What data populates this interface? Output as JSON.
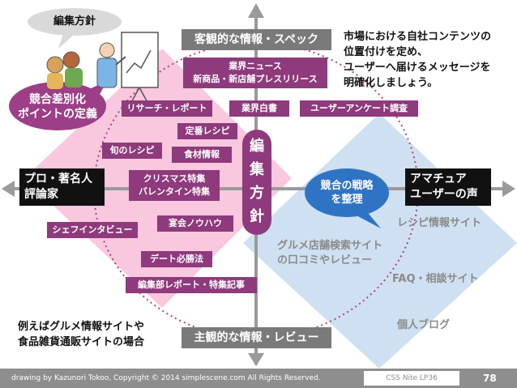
{
  "title_bubble": "編集方針",
  "left_bubble": "競合差別化\nポイントの定義",
  "right_bubble": "競合の戦略\nを整理",
  "center_label": "編\n集\n方\n針",
  "axis": {
    "top": "客観的な情報・スペック",
    "bottom": "主観的な情報・レビュー",
    "left": "プロ・著名人\n評論家",
    "right": "アマチュア\nユーザーの声"
  },
  "description": "市場における自社コンテンツの\n位置付けを定め、\nユーザーへ届けるメッセージを\n明確化しましょう。",
  "tags": {
    "industry_news": "業界ニュース\n新商品・新店舗プレスリリース",
    "research_report": "リサーチ・レポート",
    "industry_whitepaper": "業界白書",
    "user_survey": "ユーザーアンケート調査",
    "standard_recipe": "定番レシピ",
    "seasonal_recipe": "旬のレシピ",
    "ingredient_info": "食材情報",
    "christmas_feature": "クリスマス特集\nバレンタイン特集",
    "chef_interview": "シェフインタビュー",
    "party_knowhow": "宴会ノウハウ",
    "date_tips": "デート必勝法",
    "editorial_report": "編集部レポート・特集記事"
  },
  "competitors": {
    "recipe_site": "レシピ情報サイト",
    "gourmet_search": "グルメ店舗検索サイト\nの口コミやレビュー",
    "faq_site": "FAQ・相談サイト",
    "personal_blog": "個人ブログ"
  },
  "example_note": "例えばグルメ情報サイトや\n食品雑貨通販サイトの場合",
  "footer": {
    "copyright": "drawing by Kazunori Tokoo, Copyright © 2014 simplescene.com All Rights Reserved.",
    "event": "CSS Nite LP36",
    "page": "78"
  },
  "colors": {
    "tag_purple": "#8e3a7c",
    "bubble_purple": "#9c3f86",
    "bubble_blue": "#2f74c4",
    "pink_area": "#f9c7de",
    "blue_area": "#cfe0f2",
    "axis_gray": "#7a7a7a"
  }
}
